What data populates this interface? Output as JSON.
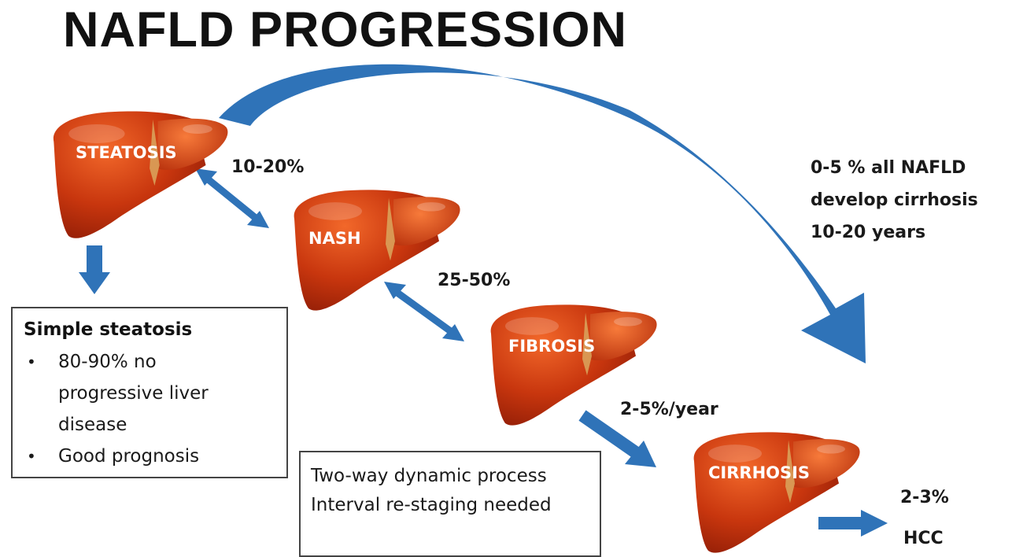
{
  "title": "NAFLD PROGRESSION",
  "stages": [
    {
      "label": "STEATOSIS"
    },
    {
      "label": "NASH"
    },
    {
      "label": "FIBROSIS"
    },
    {
      "label": "CIRRHOSIS"
    }
  ],
  "rates": {
    "steatosis_nash": "10-20%",
    "nash_fibrosis": "25-50%",
    "fibrosis_cirrhosis": "2-5%/year",
    "cirrhosis_hcc": "2-3%"
  },
  "hcc_label": "HCC",
  "cirrhosis_note": {
    "lines": [
      "0-5 % all NAFLD",
      "develop cirrhosis",
      "10-20 years"
    ]
  },
  "simple_box": {
    "title": "Simple steatosis",
    "items": [
      "80-90% no progressive liver disease",
      "Good prognosis"
    ]
  },
  "process_box": {
    "lines": [
      "Two-way dynamic process",
      "Interval re-staging needed"
    ]
  },
  "colors": {
    "arrow": "#2f73b8",
    "liver_dark": "#a8260a",
    "liver_light": "#e8521c",
    "duct": "#d9a15a"
  }
}
